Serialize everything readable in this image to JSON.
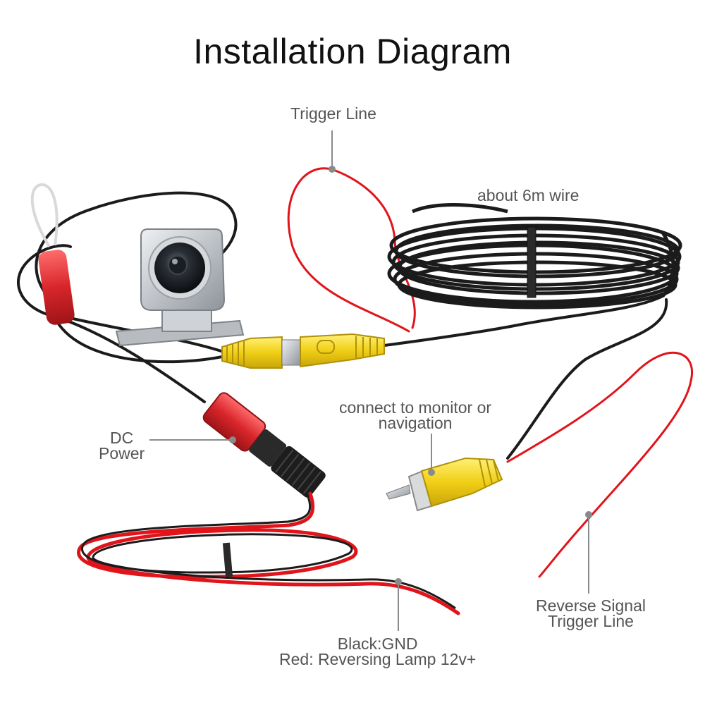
{
  "title": "Installation Diagram",
  "labels": {
    "trigger_line": "Trigger Line",
    "wire_length": "about 6m wire",
    "monitor_line1": "connect to monitor or",
    "monitor_line2": "navigation",
    "dc_line1": "DC",
    "dc_line2": "Power",
    "reverse_line1": "Reverse Signal",
    "reverse_line2": "Trigger Line",
    "gnd_line1": "Black:GND",
    "gnd_line2": "Red: Reversing Lamp 12v+"
  },
  "colors": {
    "wire_black": "#1b1b1b",
    "wire_red": "#e0141a",
    "connector_yellow": "#f1d21a",
    "connector_red": "#d8262b",
    "camera_silver": "#c9ccd0",
    "pointer_gray": "#8a8a8a"
  },
  "icons": [
    "camera-icon",
    "rca-connector-icon",
    "dc-connector-icon",
    "wire-coil-icon"
  ]
}
